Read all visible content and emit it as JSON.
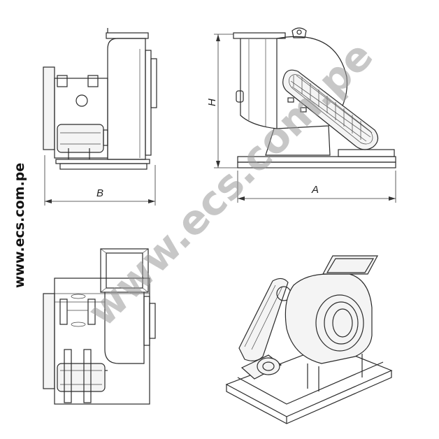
{
  "dimensions": {
    "width_label": "B",
    "length_label": "A",
    "height_label": "H"
  },
  "watermark": {
    "side_text": "www.ecs.com.pe",
    "diagonal_text": "www.ecs.com.pe"
  },
  "colors": {
    "line": "#2a2a2a",
    "watermark": "#9a9a9a"
  }
}
